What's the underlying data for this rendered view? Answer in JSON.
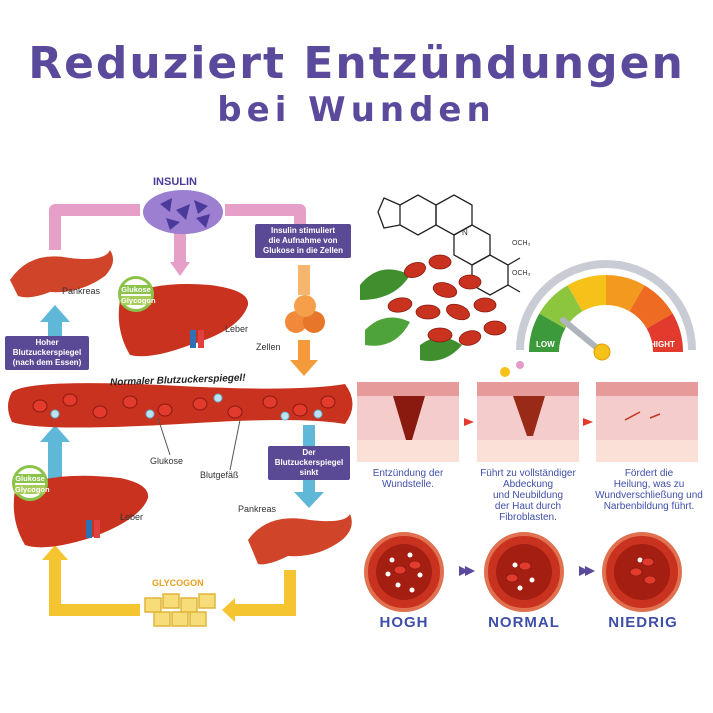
{
  "title": {
    "line1": "Reduziert Entzündungen",
    "line2": "bei Wunden"
  },
  "cycle": {
    "insulin": "INSULIN",
    "insulin_box": [
      "Insulin stimuliert",
      "die Aufnahme von",
      "Glukose in die Zellen"
    ],
    "pankreas_top": "Pankreas",
    "leber_top": "Leber",
    "zellen": "Zellen",
    "glukose_badge": [
      "Glukose",
      "Glycogon"
    ],
    "hoher_box": [
      "Hoher",
      "Blutzuckerspiegel",
      "(nach dem Essen)"
    ],
    "normal_label": "Normaler Blutzuckerspiegel!",
    "glukose": "Glukose",
    "blutgefaess": "Blutgefäß",
    "sinkt_box": [
      "Der",
      "Blutzuckerspiegel",
      "sinkt"
    ],
    "leber_bottom": "Leber",
    "pankreas_bottom": "Pankreas",
    "glycogon": "GLYCOGON"
  },
  "gauge": {
    "low": "LOW",
    "high": "HIGHT",
    "colors": [
      "#3d9a3a",
      "#8cc63f",
      "#f6c21a",
      "#f39a1e",
      "#ee6b22",
      "#e23b2e"
    ]
  },
  "molecule": {
    "labels": [
      "OCH₃",
      "OCH₃",
      "N"
    ]
  },
  "skin_steps": [
    {
      "caption": [
        "Entzündung der",
        "Wundstelle."
      ]
    },
    {
      "caption": [
        "Führt zu vollständiger",
        "Abdeckung",
        "und Neubildung",
        "der Haut durch",
        "Fibroblasten."
      ]
    },
    {
      "caption": [
        "Fördert die",
        "Heilung, was zu",
        "Wundverschließung und",
        "Narbenbildung führt."
      ]
    }
  ],
  "vessel_levels": [
    {
      "label": "HOGH"
    },
    {
      "label": "NORMAL"
    },
    {
      "label": "NIEDRIG"
    }
  ],
  "colors": {
    "title": "#5b4a9b",
    "box": "#5a4a96",
    "caption": "#3f4fa8",
    "organ": "#c8321e",
    "arrow_blue": "#5fb8d8",
    "arrow_pink": "#e6a0c8",
    "arrow_orange": "#f39a3a",
    "arrow_yellow": "#f5c531"
  }
}
